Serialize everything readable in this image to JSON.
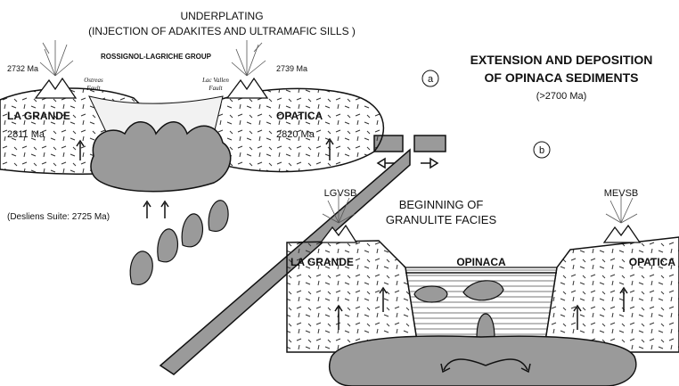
{
  "panel_a": {
    "marker": "a",
    "header_line1": "UNDERPLATING",
    "header_line2": "(INJECTION OF ADAKITES AND ULTRAMAFIC SILLS )",
    "group_label": "ROSSIGNOL-LAGRICHE GROUP",
    "age_left_volcano": "2732 Ma",
    "age_right_volcano": "2739 Ma",
    "fault_left": [
      "Ostreas",
      "Fault"
    ],
    "fault_right": [
      "Lac Vallen",
      "Fault"
    ],
    "block_left_name": "LA GRANDE",
    "block_left_age": "2811 Ma",
    "block_right_name": "OPATICA",
    "block_right_age": "2820 Ma",
    "suite_label": "(Desliens Suite: 2725 Ma)"
  },
  "title": {
    "line1": "EXTENSION AND DEPOSITION",
    "line2": "OF OPINACA SEDIMENTS",
    "age": "(>2700 Ma)"
  },
  "panel_b": {
    "marker": "b",
    "belt_left": "LGVSB",
    "belt_right": "MEVSB",
    "heading_line1": "BEGINNING OF",
    "heading_line2": "GRANULITE FACIES",
    "block_left_name": "LA GRANDE",
    "basin_name": "OPINACA",
    "block_right_name": "OPATICA"
  },
  "colors": {
    "ink": "#111111",
    "magma_fill": "#9a9a9a",
    "basin_fill": "#e6e6e6",
    "paper": "#ffffff"
  }
}
